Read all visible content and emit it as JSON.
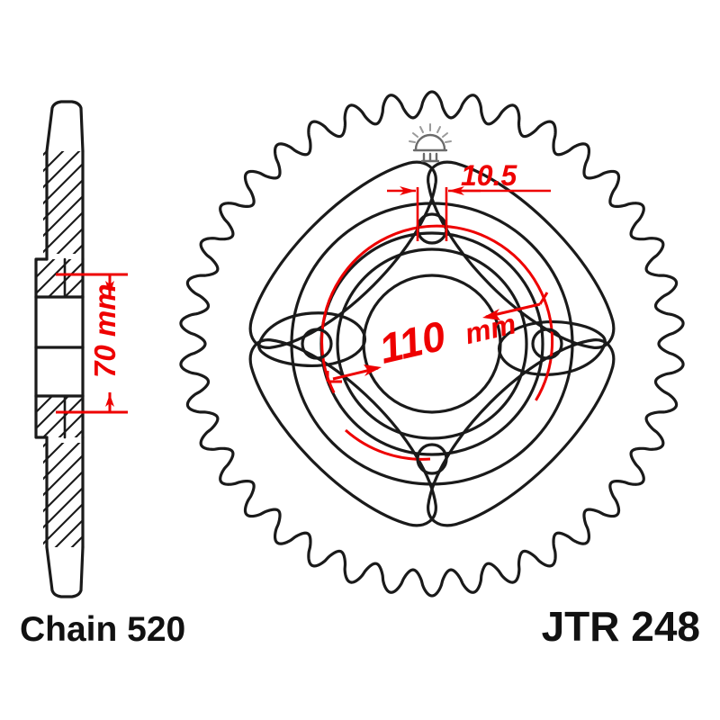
{
  "drawing": {
    "title_left": "Chain 520",
    "title_right": "JTR 248",
    "background_color": "#ffffff",
    "line_color": "#1a1a1a",
    "dimension_color": "#ee0000"
  },
  "dimensions": {
    "bolt_circle": {
      "label": "110 mm",
      "value": 110,
      "unit": "mm",
      "name": "bolt-circle-diameter"
    },
    "bolt_hole": {
      "label": "10.5",
      "value": 10.5,
      "unit": "mm",
      "name": "bolt-hole-diameter"
    },
    "center_bore": {
      "label": "70 mm",
      "value": 70,
      "unit": "mm",
      "name": "center-bore-diameter"
    }
  },
  "sprocket": {
    "teeth_count": 38,
    "bolt_holes": 4,
    "large_cutouts": 4,
    "small_cutouts": 4,
    "icon_name": "sprocket-sun-icon"
  },
  "views": {
    "section_view_name": "side-cross-section-view",
    "front_view_name": "front-face-view"
  }
}
